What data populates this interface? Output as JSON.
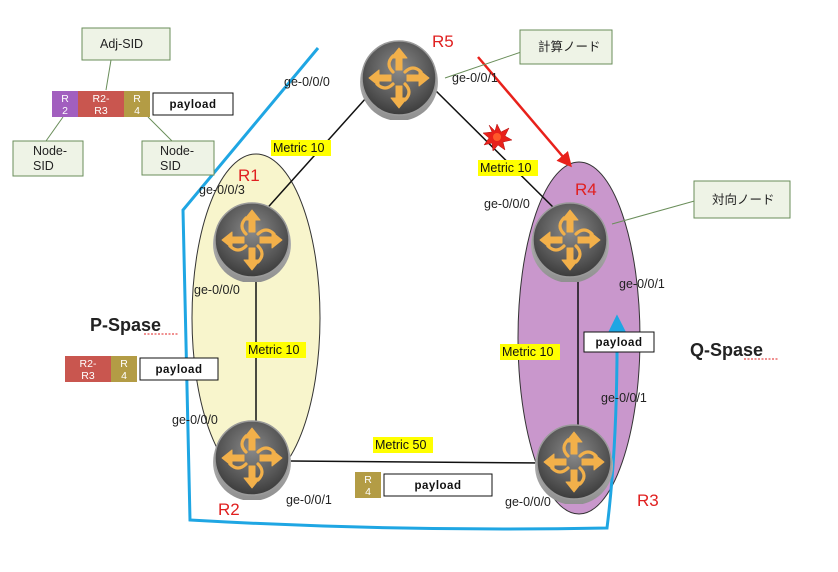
{
  "routers": [
    {
      "id": "R1",
      "label": "R1"
    },
    {
      "id": "R2",
      "label": "R2"
    },
    {
      "id": "R3",
      "label": "R3"
    },
    {
      "id": "R4",
      "label": "R4"
    },
    {
      "id": "R5",
      "label": "R5"
    }
  ],
  "interfaces": {
    "r5_left": "ge-0/0/0",
    "r5_right": "ge-0/0/1",
    "r1_top": "ge-0/0/3",
    "r1_bottom": "ge-0/0/0",
    "r2_top": "ge-0/0/0",
    "r2_bottom": "ge-0/0/1",
    "r4_top": "ge-0/0/0",
    "r4_right": "ge-0/0/1",
    "r3_top": "ge-0/0/1",
    "r3_bottom": "ge-0/0/0"
  },
  "metrics": {
    "r5_r1": "Metric 10",
    "r5_r4": "Metric 10",
    "r1_r2": "Metric 10",
    "r4_r3": "Metric 10",
    "r2_r3": "Metric 50"
  },
  "callouts": {
    "r5": "計算ノード",
    "r4": "対向ノード",
    "adj_sid": "Adj-SID",
    "node_sid_left": "Node-\nSID",
    "node_sid_right": "Node-\nSID"
  },
  "spaces": {
    "p": "P-Spase",
    "q": "Q-Spase"
  },
  "stacks": {
    "legend": {
      "labels": [
        "R\n2",
        "R2-\nR3",
        "R\n4"
      ],
      "payload": "payload"
    },
    "p_space": {
      "labels": [
        "R2-\nR3",
        "R\n4"
      ],
      "payload": "payload"
    },
    "q_space": {
      "labels": [],
      "payload": "payload"
    },
    "r2_r3_link": {
      "labels": [
        "R\n4"
      ],
      "payload": "payload"
    }
  },
  "colors": {
    "p_space_fill": "#f8f5cc",
    "q_space_fill": "#c997cc",
    "sid_purple": "#a25fbf",
    "sid_red": "#c9564f",
    "sid_olive": "#b39c45",
    "path_blue": "#1fa6e3",
    "fail_arrow": "#e8211b",
    "router_label": "#e02020"
  }
}
